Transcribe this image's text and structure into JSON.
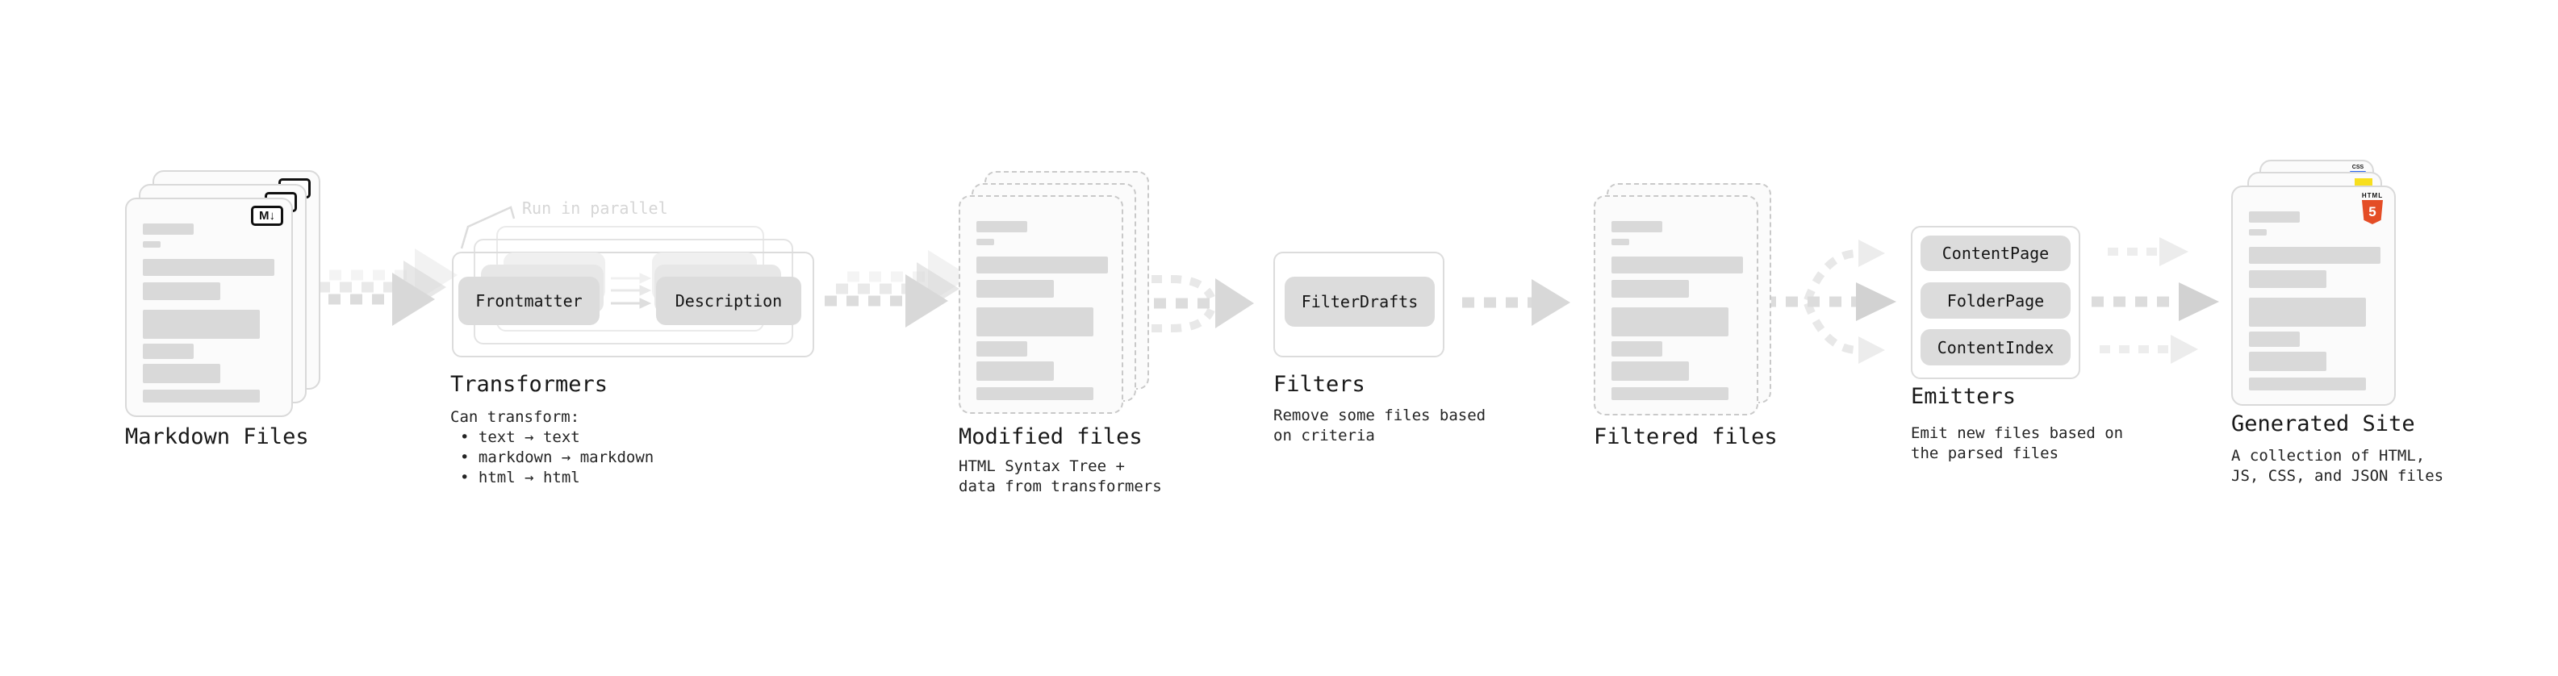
{
  "diagram": {
    "stages": {
      "markdown": {
        "label": "Markdown Files",
        "badge": "M↓"
      },
      "transformers": {
        "label": "Transformers",
        "annotation": "Run in parallel",
        "pill_left": "Frontmatter",
        "pill_right": "Description",
        "caption_intro": "Can transform:",
        "bullets": [
          "• text → text",
          "• markdown → markdown",
          "• html → html"
        ]
      },
      "modified": {
        "label": "Modified files",
        "caption": "HTML Syntax Tree +\ndata from transformers"
      },
      "filters": {
        "label": "Filters",
        "pill": "FilterDrafts",
        "caption": "Remove some files based\non criteria"
      },
      "filtered": {
        "label": "Filtered files"
      },
      "emitters": {
        "label": "Emitters",
        "pills": [
          "ContentPage",
          "FolderPage",
          "ContentIndex"
        ],
        "caption": "Emit new files based on\nthe parsed files"
      },
      "generated": {
        "label": "Generated Site",
        "caption": "A collection of HTML,\nJS, CSS, and JSON files",
        "badge_html": "HTML",
        "badge_html_number": "5",
        "badge_css": "CSS"
      }
    },
    "colors": {
      "skeleton_bar": "#d9d9d9",
      "card_border": "#d9d9d9",
      "pill_bg": "#dcdcdc",
      "arrow": "#dcdcdc",
      "html5_orange": "#e44d26",
      "js_yellow": "#f7df1e",
      "css_blue": "#2965f1",
      "annotation_gray": "#d6d6d6"
    }
  }
}
